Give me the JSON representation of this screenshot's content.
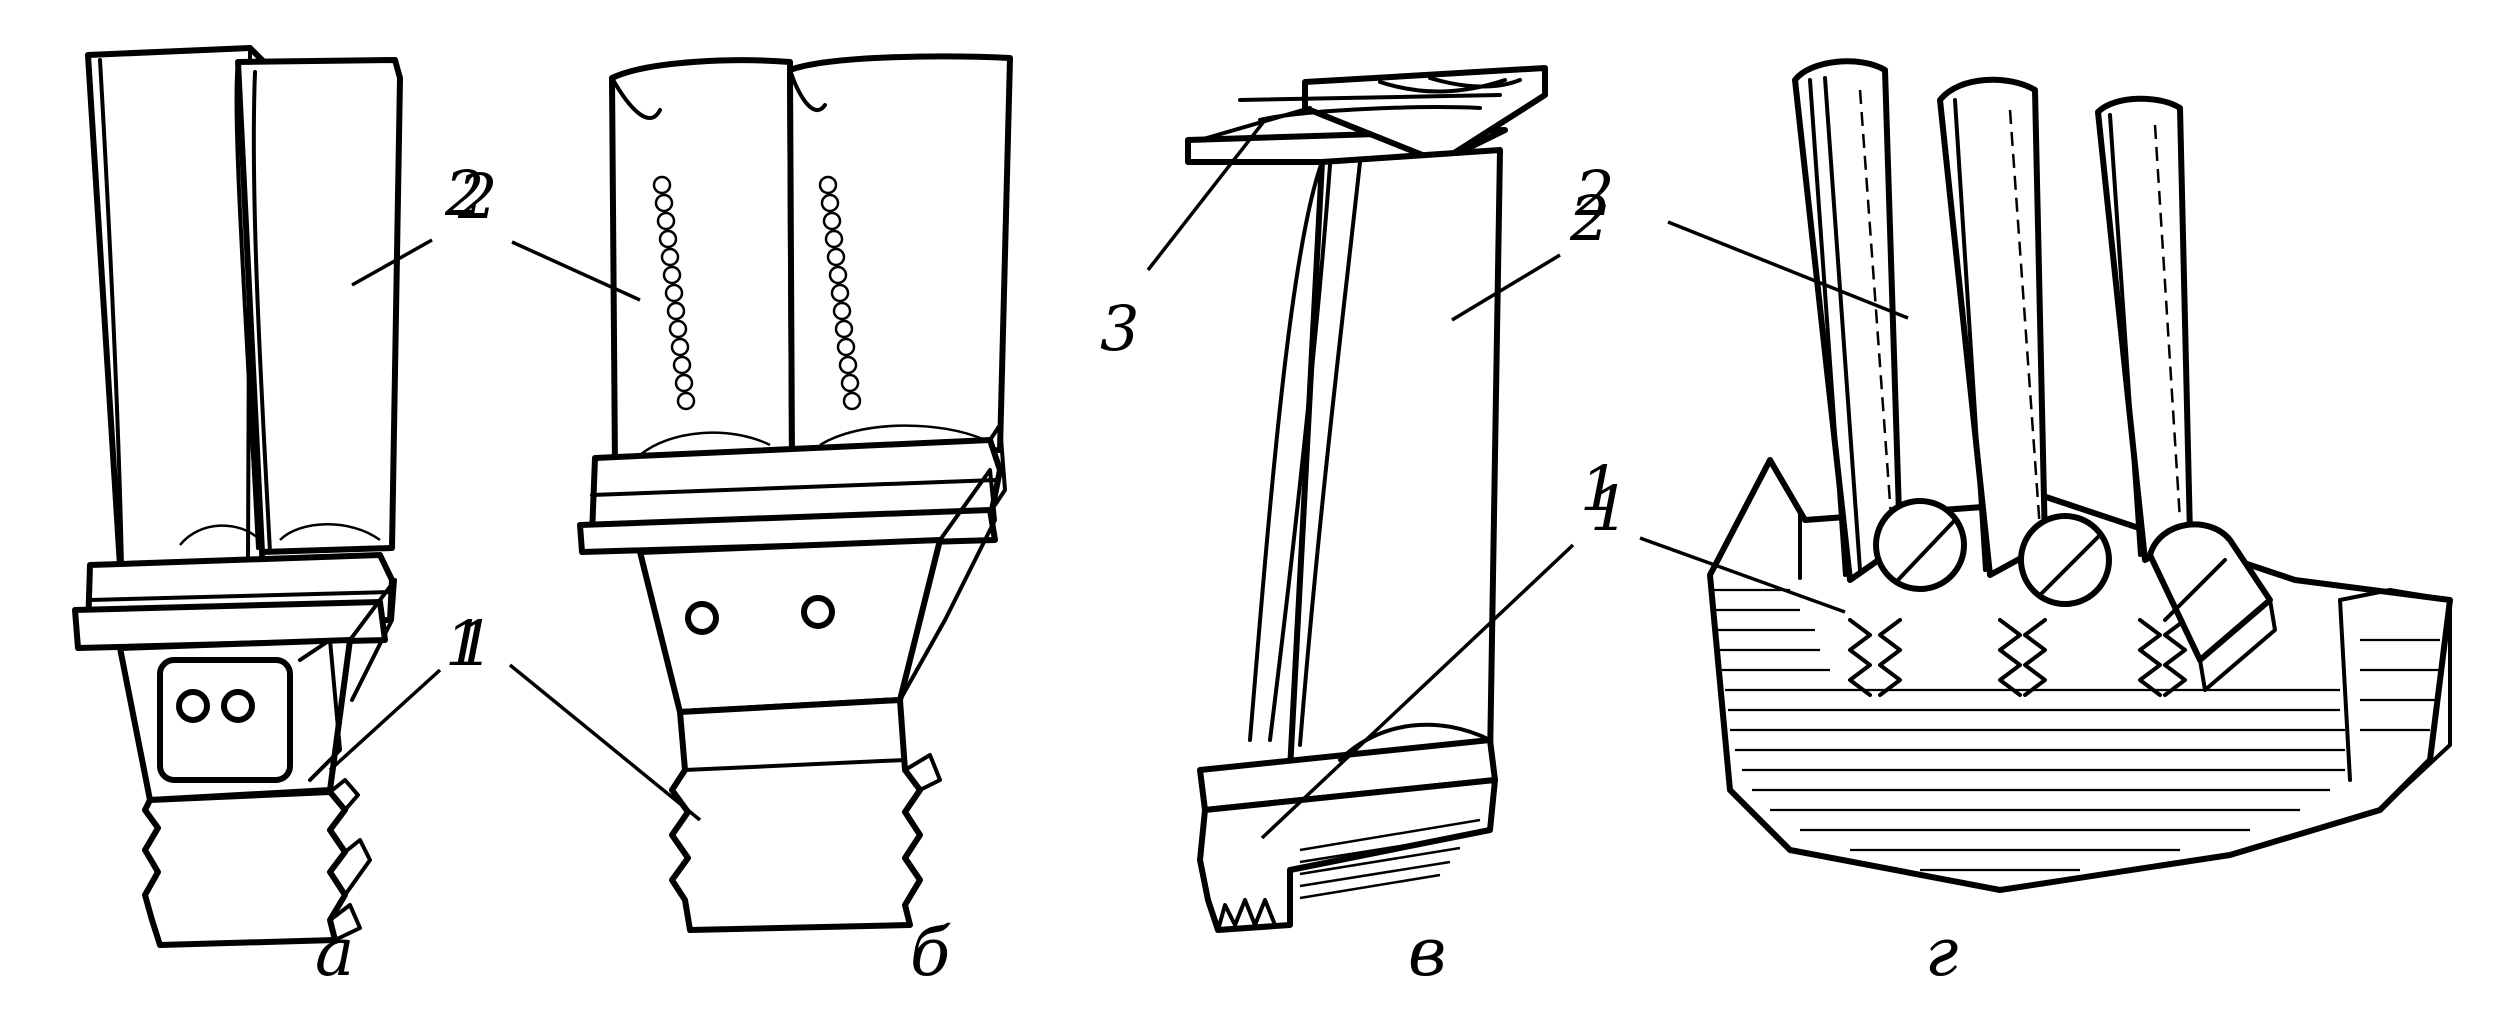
{
  "figures": [
    {
      "id": "a",
      "caption": "а",
      "callouts": [
        "2",
        "1"
      ]
    },
    {
      "id": "b",
      "caption": "б",
      "callouts": [
        "2",
        "1"
      ]
    },
    {
      "id": "v",
      "caption": "в",
      "callouts": [
        "3",
        "2",
        "1"
      ]
    },
    {
      "id": "g",
      "caption": "г",
      "callouts": [
        "2",
        "1"
      ]
    }
  ]
}
